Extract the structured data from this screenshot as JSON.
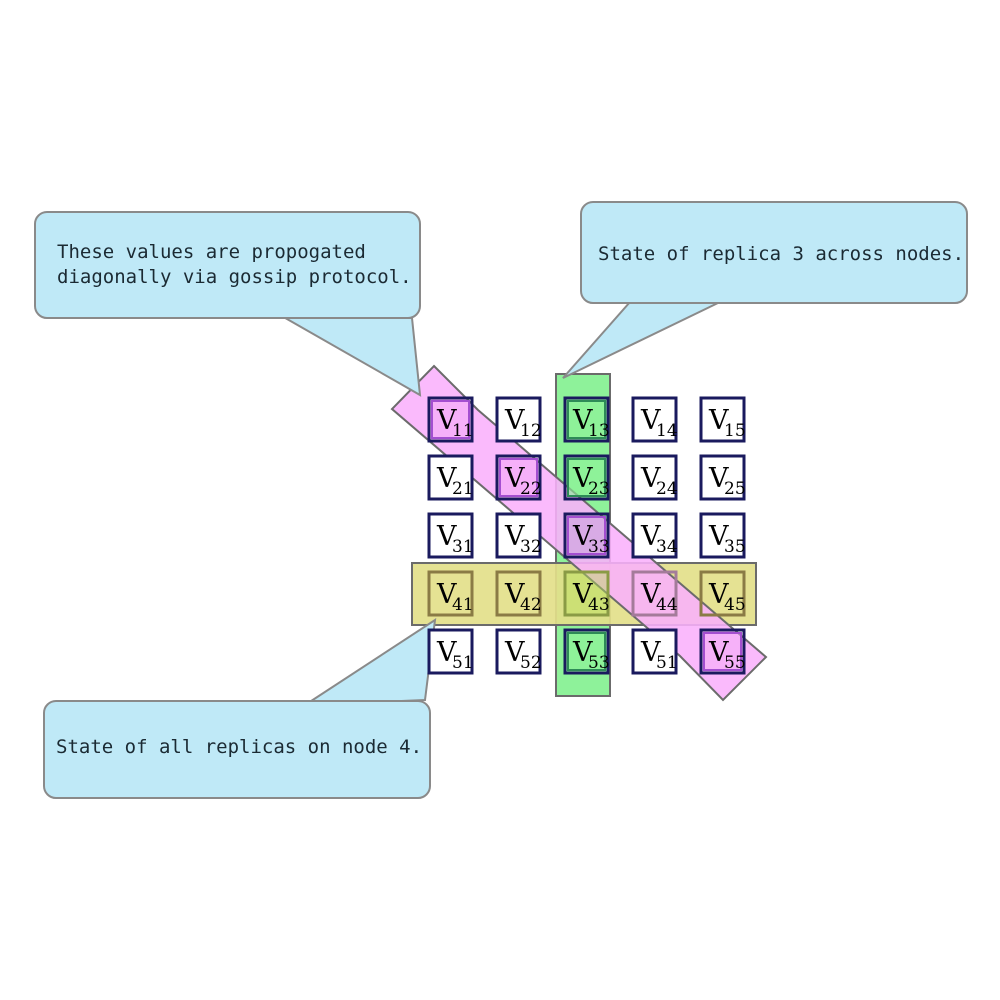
{
  "diagram": {
    "title": "Replica state grid with gossip propagation",
    "colors": {
      "callout_fill": "#bfe9f7",
      "callout_stroke": "#8a8a8a",
      "cell_stroke": "#1a1a5e",
      "cell_fill": "#ffffff",
      "diagonal_fill": "#f9b0fc",
      "diagonal_stroke": "#6b6b6b",
      "column_fill": "#8ef29a",
      "column_stroke": "#6b6b6b",
      "row_fill": "#e3e08a",
      "row_stroke": "#6b6b6b",
      "highlight_diag_stroke": "#a44fd0",
      "highlight_col_stroke": "#2e8b57",
      "highlight_row_stroke": "#8a7b45"
    },
    "grid": {
      "rows": 5,
      "cols": 5,
      "symbol": "V",
      "cells": [
        [
          {
            "label": "V",
            "sub": "11",
            "highlight": "diagonal"
          },
          {
            "label": "V",
            "sub": "12",
            "highlight": "none"
          },
          {
            "label": "V",
            "sub": "13",
            "highlight": "column"
          },
          {
            "label": "V",
            "sub": "14",
            "highlight": "none"
          },
          {
            "label": "V",
            "sub": "15",
            "highlight": "none"
          }
        ],
        [
          {
            "label": "V",
            "sub": "21",
            "highlight": "none"
          },
          {
            "label": "V",
            "sub": "22",
            "highlight": "diagonal"
          },
          {
            "label": "V",
            "sub": "23",
            "highlight": "column"
          },
          {
            "label": "V",
            "sub": "24",
            "highlight": "none"
          },
          {
            "label": "V",
            "sub": "25",
            "highlight": "none"
          }
        ],
        [
          {
            "label": "V",
            "sub": "31",
            "highlight": "none"
          },
          {
            "label": "V",
            "sub": "32",
            "highlight": "none"
          },
          {
            "label": "V",
            "sub": "33",
            "highlight": "diagonal"
          },
          {
            "label": "V",
            "sub": "34",
            "highlight": "none"
          },
          {
            "label": "V",
            "sub": "35",
            "highlight": "none"
          }
        ],
        [
          {
            "label": "V",
            "sub": "41",
            "highlight": "row"
          },
          {
            "label": "V",
            "sub": "42",
            "highlight": "row"
          },
          {
            "label": "V",
            "sub": "43",
            "highlight": "row"
          },
          {
            "label": "V",
            "sub": "44",
            "highlight": "diagonal"
          },
          {
            "label": "V",
            "sub": "45",
            "highlight": "row"
          }
        ],
        [
          {
            "label": "V",
            "sub": "51",
            "highlight": "none"
          },
          {
            "label": "V",
            "sub": "52",
            "highlight": "none"
          },
          {
            "label": "V",
            "sub": "53",
            "highlight": "column"
          },
          {
            "label": "V",
            "sub": "51",
            "highlight": "none"
          },
          {
            "label": "V",
            "sub": "55",
            "highlight": "diagonal"
          }
        ]
      ]
    },
    "callouts": [
      {
        "id": "gossip-callout",
        "line1": "These values are propogated",
        "line2": "diagonally via gossip protocol.",
        "lines": 2
      },
      {
        "id": "replica-callout",
        "line1": "State of replica 3 across nodes.",
        "line2": "",
        "lines": 1
      },
      {
        "id": "node-callout",
        "line1": "State of all replicas on node 4.",
        "line2": "",
        "lines": 1
      }
    ],
    "bands": [
      {
        "id": "diagonal-band",
        "name": "gossip-diagonal"
      },
      {
        "id": "column-band",
        "name": "replica-3-column"
      },
      {
        "id": "row-band",
        "name": "node-4-row"
      }
    ]
  }
}
